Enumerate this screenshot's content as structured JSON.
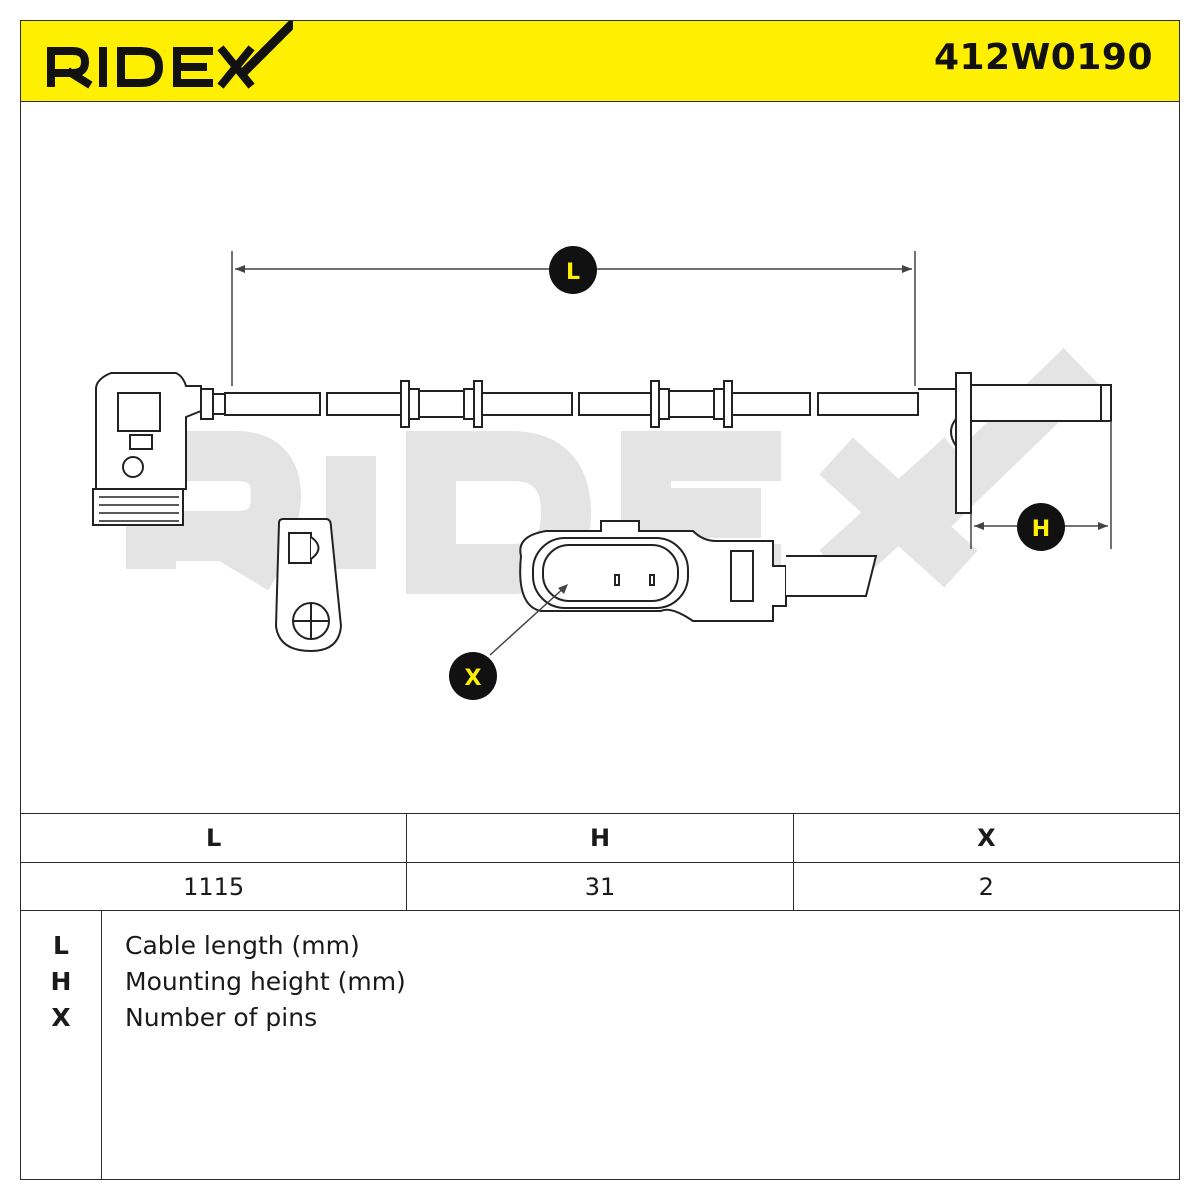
{
  "brand": {
    "name": "RIDEX",
    "color": "#ffef00"
  },
  "part_number": "412W0190",
  "callouts": {
    "length": "L",
    "height": "H",
    "pins": "X"
  },
  "specs": {
    "headers": [
      "L",
      "H",
      "X"
    ],
    "values": [
      "1115",
      "31",
      "2"
    ]
  },
  "legend": [
    {
      "key": "L",
      "text": "Cable length (mm)"
    },
    {
      "key": "H",
      "text": "Mounting height (mm)"
    },
    {
      "key": "X",
      "text": "Number of pins"
    }
  ]
}
